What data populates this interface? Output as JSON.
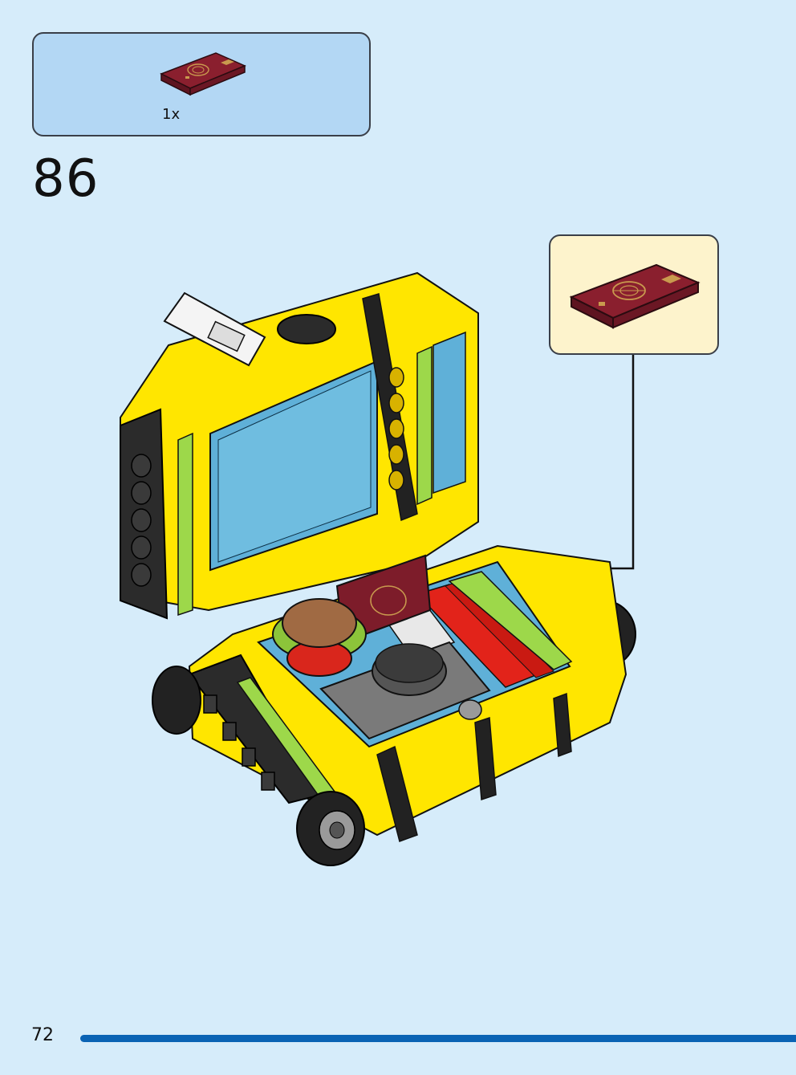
{
  "parts_list": {
    "items": [
      {
        "quantity": "1x",
        "part": "passport-tile-icon",
        "color": "#7d1c2a"
      }
    ]
  },
  "step": {
    "number": "86"
  },
  "callout": {
    "part": "passport-tile-icon"
  },
  "footer": {
    "page_number": "72"
  },
  "colors": {
    "background": "#d6ecfa",
    "parts_box": "#b3d7f4",
    "callout_box": "#fdf3cc",
    "brick_yellow": "#ffe600",
    "progress_bar": "#0a63b4"
  }
}
